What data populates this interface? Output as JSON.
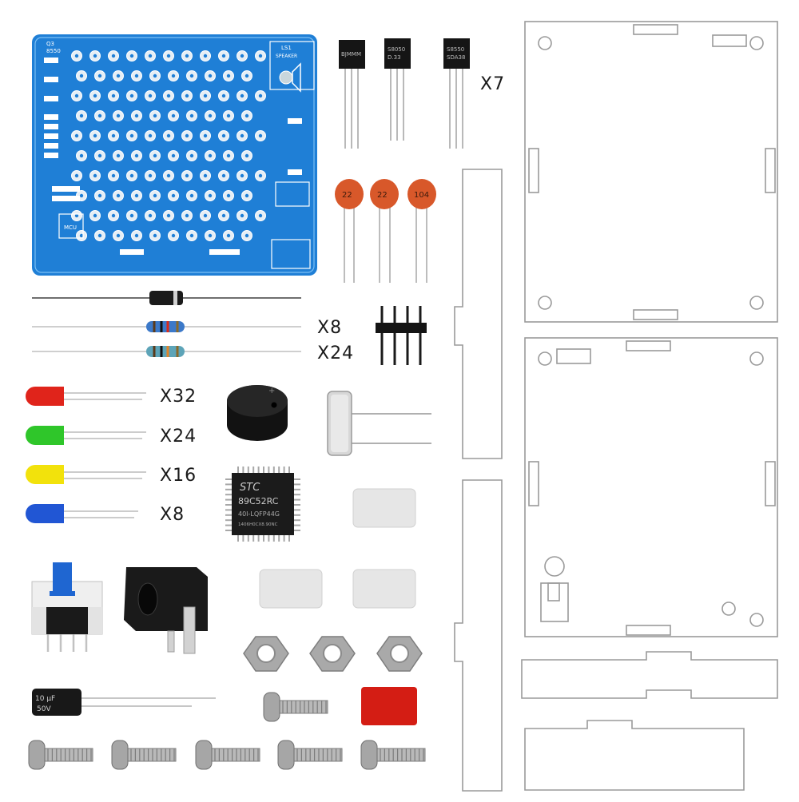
{
  "pcb": {
    "speaker_label": "LS1",
    "speaker_sub": "SPEAKER",
    "transistor_label": "Q3",
    "transistor_value": "8550",
    "mcu_label": "MCU"
  },
  "transistors": [
    {
      "marking_1": "BJMMM",
      "marking_2": ""
    },
    {
      "marking_1": "S8050",
      "marking_2": "D.33"
    },
    {
      "marking_1": "S8550",
      "marking_2": "SDA38"
    }
  ],
  "capacitors": [
    {
      "marking": "22"
    },
    {
      "marking": "22"
    },
    {
      "marking": "104"
    }
  ],
  "chip": {
    "brand": "STC",
    "model": "89C52RC",
    "package": "40I-LQFP44G",
    "lot": "1406H0CX8.90NC"
  },
  "electrolytic": {
    "marking_1": "10 μF",
    "marking_2": "50V"
  },
  "quantities": {
    "transistor": "X7",
    "resistor_1": "X8",
    "resistor_2": "X24",
    "led_red": "X32",
    "led_green": "X24",
    "led_yellow": "X16",
    "led_blue": "X8"
  },
  "colors": {
    "pcb_blue": "#1f7fd6",
    "led_red": "#e0241b",
    "led_green": "#2fc62a",
    "led_yellow": "#f2e20c",
    "led_blue": "#2156d4",
    "ceramic_cap": "#d8582a",
    "red_cap_part": "#d41d14",
    "acrylic_outline": "#9a9a9a"
  }
}
